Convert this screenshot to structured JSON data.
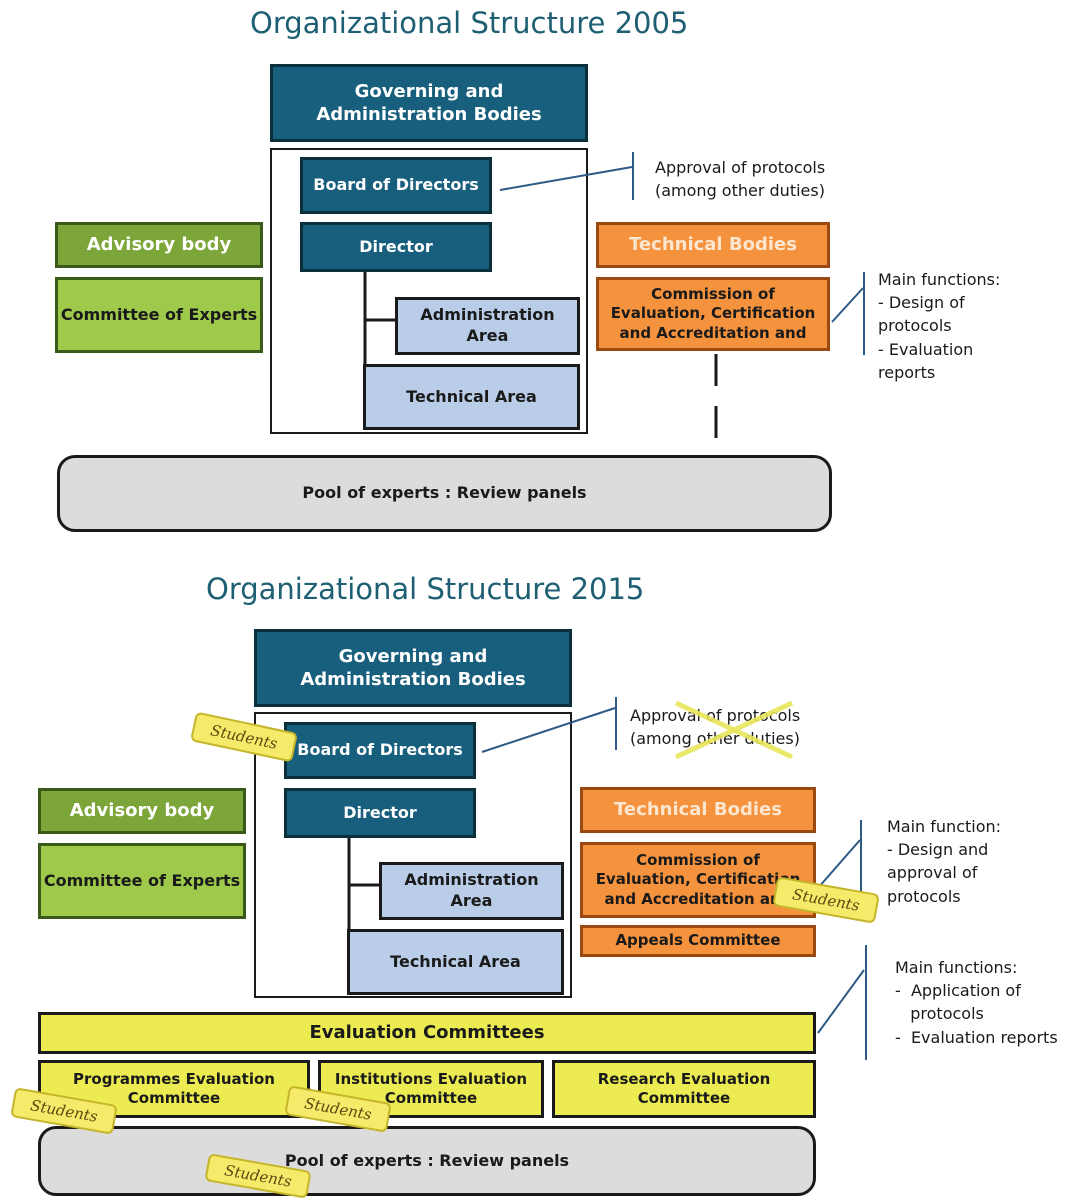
{
  "structure2005": {
    "title": "Organizational Structure 2005",
    "governing": "Governing and\nAdministration Bodies",
    "board": "Board of Directors",
    "director": "Director",
    "admin_area": "Administration\nArea",
    "technical_area": "Technical Area",
    "advisory_body": "Advisory body",
    "committee_experts": "Committee of Experts",
    "technical_bodies": "Technical Bodies",
    "commission": "Commission of\nEvaluation, Certification\nand Accreditation and",
    "pool": "Pool of experts : Review panels",
    "note_board": "Approval of protocols\n(among other duties)",
    "note_commission": "Main functions:\n- Design of\nprotocols\n- Evaluation\nreports"
  },
  "structure2015": {
    "title": "Organizational Structure 2015",
    "governing": "Governing and\nAdministration Bodies",
    "board": "Board of Directors",
    "director": "Director",
    "admin_area": "Administration\nArea",
    "technical_area": "Technical Area",
    "advisory_body": "Advisory body",
    "committee_experts": "Committee of Experts",
    "technical_bodies": "Technical Bodies",
    "commission": "Commission of\nEvaluation, Certification\nand Accreditation and",
    "appeals": "Appeals Committee",
    "evaluation_committees": "Evaluation Committees",
    "programmes_committee": "Programmes Evaluation\nCommittee",
    "institutions_committee": "Institutions Evaluation\nCommittee",
    "research_committee": "Research Evaluation\nCommittee",
    "pool": "Pool of experts : Review panels",
    "note_board": "Approval of protocols\n(among other duties)",
    "note_commission": "Main function:\n- Design and\napproval of\nprotocols",
    "note_evaluation": "Main functions:\n-  Application of\n   protocols\n-  Evaluation reports",
    "students_label": "Students"
  },
  "colors": {
    "teal": "#175f7c",
    "green": "#7ca53a",
    "orange": "#f4923d",
    "lightblue": "#b9cde8",
    "yellow": "#ecec52",
    "grey": "#dcdcdc",
    "title": "#1e5f73"
  }
}
